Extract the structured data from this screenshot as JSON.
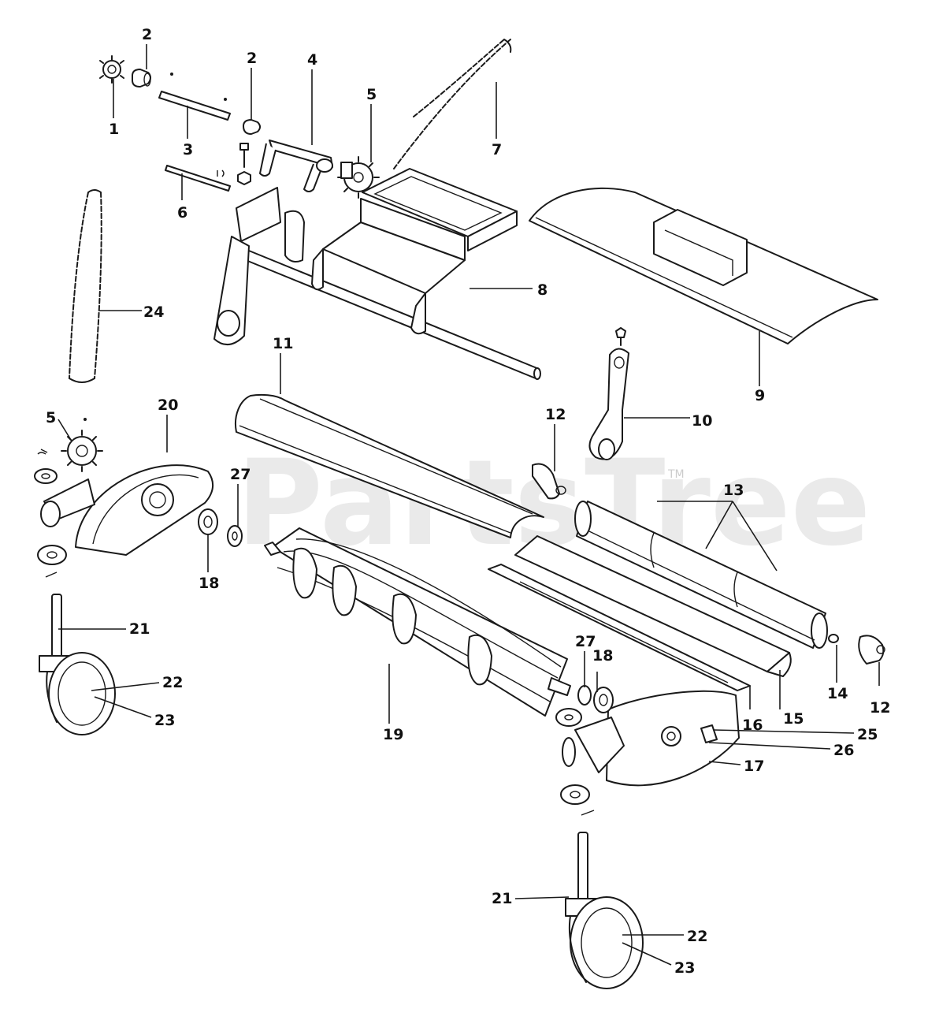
{
  "diagram": {
    "callouts": [
      {
        "id": "c1",
        "text": "1"
      },
      {
        "id": "c2a",
        "text": "2"
      },
      {
        "id": "c2b",
        "text": "2"
      },
      {
        "id": "c3",
        "text": "3"
      },
      {
        "id": "c4",
        "text": "4"
      },
      {
        "id": "c5a",
        "text": "5"
      },
      {
        "id": "c5b",
        "text": "5"
      },
      {
        "id": "c6",
        "text": "6"
      },
      {
        "id": "c7",
        "text": "7"
      },
      {
        "id": "c8",
        "text": "8"
      },
      {
        "id": "c9",
        "text": "9"
      },
      {
        "id": "c10",
        "text": "10"
      },
      {
        "id": "c11",
        "text": "11"
      },
      {
        "id": "c12a",
        "text": "12"
      },
      {
        "id": "c12b",
        "text": "12"
      },
      {
        "id": "c13",
        "text": "13"
      },
      {
        "id": "c14",
        "text": "14"
      },
      {
        "id": "c15",
        "text": "15"
      },
      {
        "id": "c16",
        "text": "16"
      },
      {
        "id": "c17",
        "text": "17"
      },
      {
        "id": "c18a",
        "text": "18"
      },
      {
        "id": "c18b",
        "text": "18"
      },
      {
        "id": "c19",
        "text": "19"
      },
      {
        "id": "c20",
        "text": "20"
      },
      {
        "id": "c21a",
        "text": "21"
      },
      {
        "id": "c21b",
        "text": "21"
      },
      {
        "id": "c22a",
        "text": "22"
      },
      {
        "id": "c22b",
        "text": "22"
      },
      {
        "id": "c23a",
        "text": "23"
      },
      {
        "id": "c23b",
        "text": "23"
      },
      {
        "id": "c24",
        "text": "24"
      },
      {
        "id": "c25",
        "text": "25"
      },
      {
        "id": "c26",
        "text": "26"
      },
      {
        "id": "c27a",
        "text": "27"
      },
      {
        "id": "c27b",
        "text": "27"
      }
    ]
  },
  "watermark": {
    "text": "PartsTree",
    "trademark": "TM"
  },
  "colors": {
    "line": "#1a1a1a",
    "background": "#ffffff",
    "watermark": "#d9d9d9"
  }
}
